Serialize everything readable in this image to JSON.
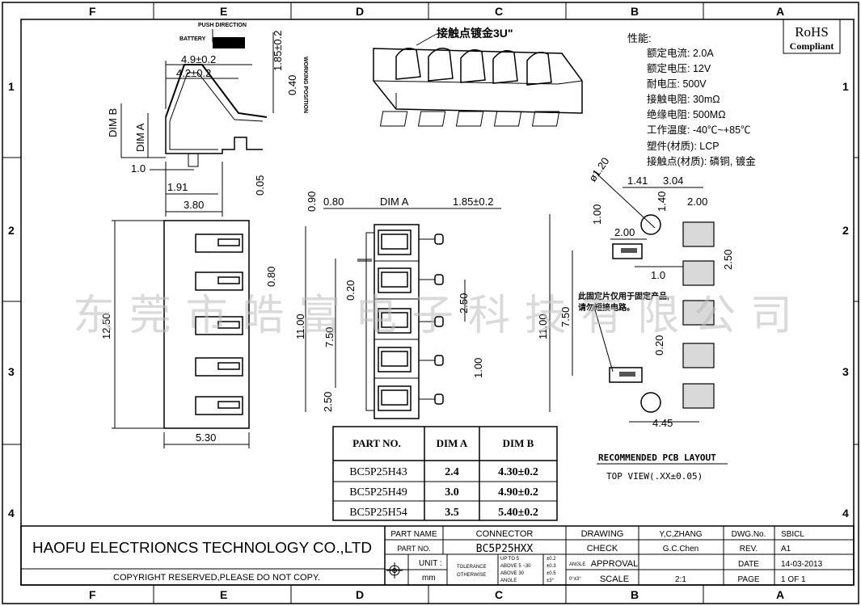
{
  "frame": {
    "columns": [
      "F",
      "E",
      "D",
      "C",
      "B",
      "A"
    ],
    "rows": [
      "1",
      "2",
      "3",
      "4"
    ]
  },
  "rohs": {
    "line1": "RoHS",
    "line2": "Compliant"
  },
  "specs": {
    "heading": "性能:",
    "items": [
      "额定电流: 2.0A",
      "额定电压: 12V",
      "耐电压: 500V",
      "接触电阻: 30mΩ",
      "绝缘电阻: 500MΩ",
      "工作温度: -40℃~+85℃",
      "塑件(材质): LCP",
      "接触点(材质): 磷铜, 镀金"
    ]
  },
  "iso_label": "接触点镀金3U\"",
  "side_view": {
    "push_direction": "PUSH DIRECTION",
    "battery": "BATTERY",
    "working_position": "WORKING POSITION",
    "dim_49": "4.9±0.2",
    "dim_42": "4.2±0.2",
    "dim_185": "1.85±0.2",
    "dim_040": "0.40",
    "dim_b": "DIM B",
    "dim_a": "DIM A",
    "dim_10": "1.0",
    "dim_191": "1.91",
    "dim_005": "0.05",
    "dim_380": "3.80"
  },
  "bottom_view": {
    "dim_1250": "12.50",
    "dim_080": "0.80",
    "dim_530": "5.30"
  },
  "front_view": {
    "dim_090": "0.90",
    "dim_080": "0.80",
    "dim_a": "DIM A",
    "dim_185": "1.85±0.2",
    "dim_020": "0.20",
    "dim_1100": "11.00",
    "dim_750": "7.50",
    "dim_250a": "2.50",
    "dim_250b": "2.50",
    "dim_100": "1.00"
  },
  "pcb": {
    "dia": "ø1.20",
    "dim_141": "1.41",
    "dim_304": "3.04",
    "dim_140": "1.40",
    "dim_200a": "2.00",
    "dim_200b": "2.00",
    "dim_100v": "1.00",
    "dim_250": "2.50",
    "dim_10": "1.0",
    "dim_1100": "11.00",
    "dim_750": "7.50",
    "dim_020": "0.20",
    "dim_445": "4.45",
    "note_line1": "此固定片仅用于固定产品,",
    "note_line2": "请勿短接电路。",
    "title1": "RECOMMENDED PCB LAYOUT",
    "title2": "TOP VIEW(.XX±0.05)"
  },
  "part_table": {
    "headers": [
      "PART NO.",
      "DIM A",
      "DIM B"
    ],
    "rows": [
      [
        "BC5P25H43",
        "2.4",
        "4.30±0.2"
      ],
      [
        "BC5P25H49",
        "3.0",
        "4.90±0.2"
      ],
      [
        "BC5P25H54",
        "3.5",
        "5.40±0.2"
      ]
    ]
  },
  "watermark": "东莞市皓富电子科技有限公司",
  "title_block": {
    "company": "HAOFU ELECTRIONCS TECHNOLOGY CO.,LTD",
    "copyright": "COPYRIGHT RESERVED,PLEASE DO NOT COPY.",
    "part_name_label": "PART NAME",
    "part_name": "CONNECTOR",
    "part_no_label": "PART NO.",
    "part_no": "BC5P25HXX",
    "unit_label": "UNIT :",
    "unit": "mm",
    "tolerance": "TOLERANCE",
    "otherwise": "OTHERWISE",
    "tol_l1": "UP TO 5",
    "tol_l2": "ABOVE 5 ~30",
    "tol_l3": "ABOVE 30",
    "tol_l4": "ANGLE",
    "tol_v1": "±0.2",
    "tol_v2": "±0.3",
    "tol_v3": "±0.5",
    "tol_v4": "±3°",
    "angle_label": "ANGLE",
    "angle_val": "0°±3°",
    "drawing_label": "DRAWING",
    "drawing": "Y,C,ZHANG",
    "check_label": "CHECK",
    "check": "G.C.Chen",
    "approval_label": "APPROVAL",
    "approval": "",
    "scale_label": "SCALE",
    "scale": "2:1",
    "dwg_label": "DWG.No.",
    "dwg": "SBICL",
    "rev_label": "REV.",
    "rev": "A1",
    "date_label": "DATE",
    "date": "14-03-2013",
    "page_label": "PAGE",
    "page": "1 OF 1"
  }
}
